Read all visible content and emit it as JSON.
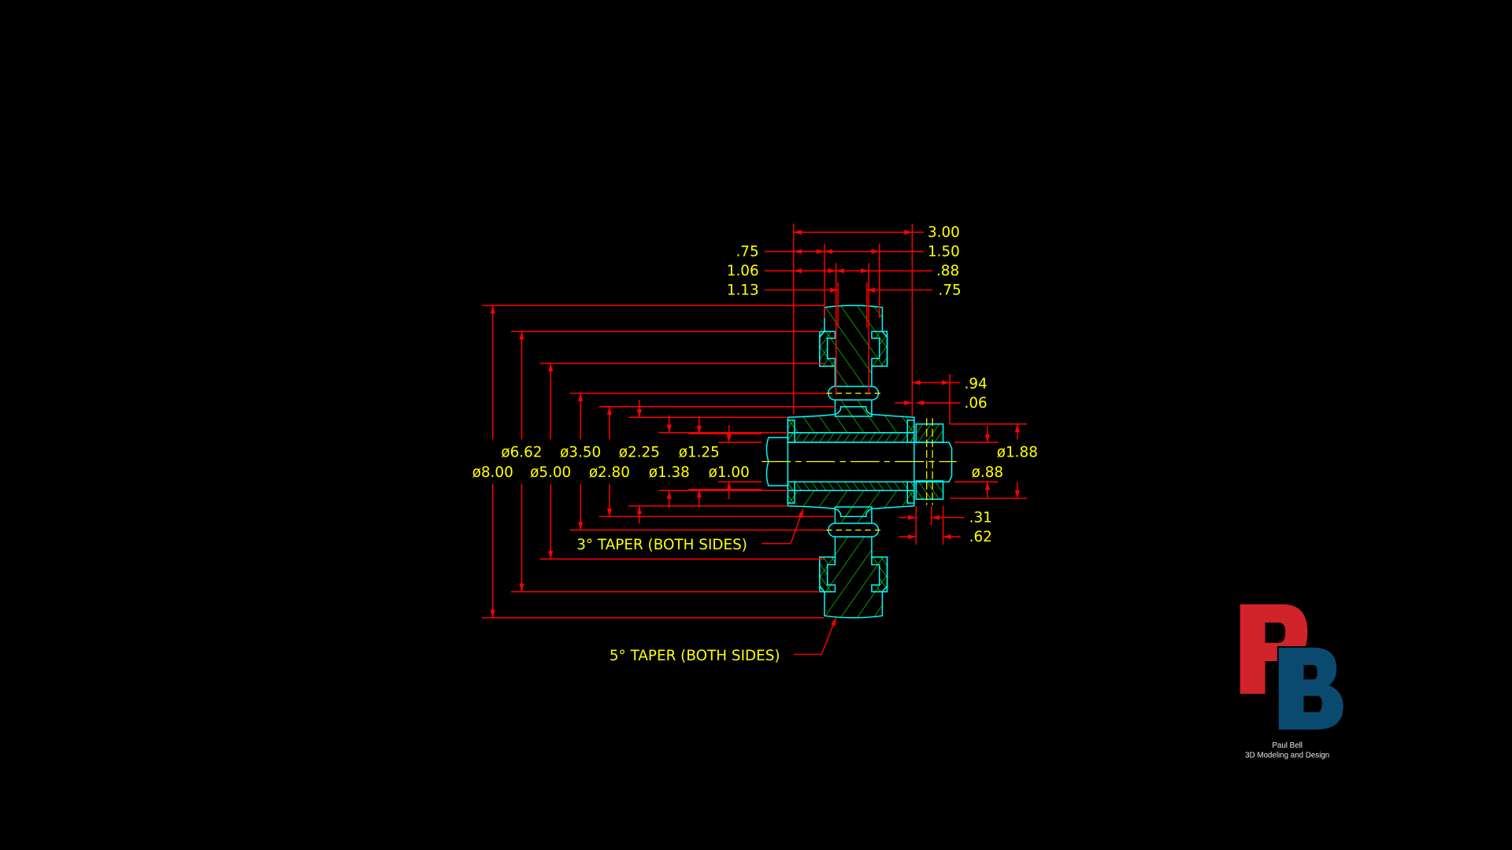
{
  "drawing": {
    "colors": {
      "dimension": "#ff0000",
      "text": "#ffff00",
      "outline": "#00ffff",
      "hatch": "#00ff00",
      "centerline": "#ffff00"
    },
    "top_dims": {
      "overall": "3.00",
      "left": [
        ".75",
        "1.06",
        "1.13"
      ],
      "right": [
        "1.50",
        ".88",
        ".75"
      ]
    },
    "left_diameters": {
      "row1": [
        "ø6.62",
        "ø3.50",
        "ø2.25",
        "ø1.25"
      ],
      "row2": [
        "ø8.00",
        "ø5.00",
        "ø2.80",
        "ø1.38",
        "ø1.00"
      ]
    },
    "right_dims": {
      "d94": ".94",
      "d06": ".06",
      "d31": ".31",
      "d62": ".62",
      "dia188": "ø1.88",
      "dia088": "ø.88"
    },
    "notes": {
      "taper3": "3° TAPER (BOTH SIDES)",
      "taper5": "5° TAPER (BOTH SIDES)"
    }
  },
  "logo": {
    "letter1": "P",
    "letter2": "B",
    "name": "Paul Bell",
    "tagline": "3D Modeling and Design",
    "red": "#d1232a",
    "blue": "#0b4a6f"
  }
}
